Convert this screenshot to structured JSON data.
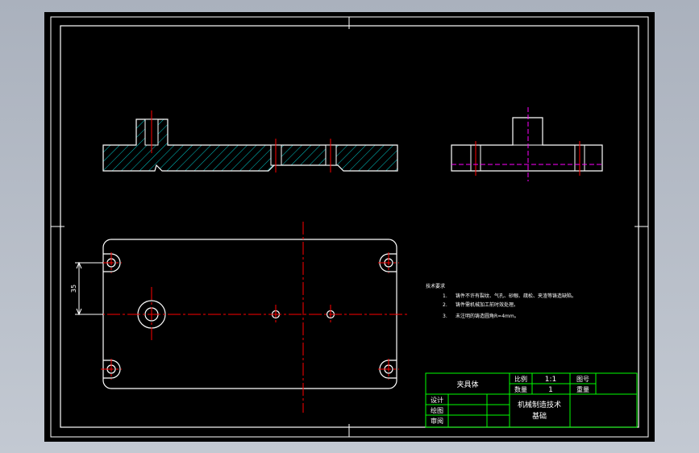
{
  "colors": {
    "background": "#000000",
    "outline": "#ffffff",
    "centerline": "#ff0000",
    "hatch": "#00c8c8",
    "hidden_line": "#ff00ff",
    "title_block": "#00ff00",
    "dimension": "#ffffff"
  },
  "dimension": {
    "value": "35"
  },
  "tech_requirements": {
    "heading": "技术要求",
    "items": [
      {
        "no": "1.",
        "text": "铸件不许有裂纹、气孔、砂眼、疏松、夹渣等铸造缺陷。"
      },
      {
        "no": "2.",
        "text": "铸件需机械加工前时效处理。"
      },
      {
        "no": "3.",
        "text": "未注明的铸造圆角R=4mm。"
      }
    ]
  },
  "title_block": {
    "part_name": "夹具体",
    "scale_label": "比例",
    "scale_value": "1:1",
    "drawing_no_label": "图号",
    "quantity_label": "数量",
    "quantity_value": "1",
    "weight_label": "重量",
    "design_label": "设计",
    "draw_label": "绘图",
    "review_label": "审阅",
    "school_line1": "机械制造技术",
    "school_line2": "基础"
  }
}
